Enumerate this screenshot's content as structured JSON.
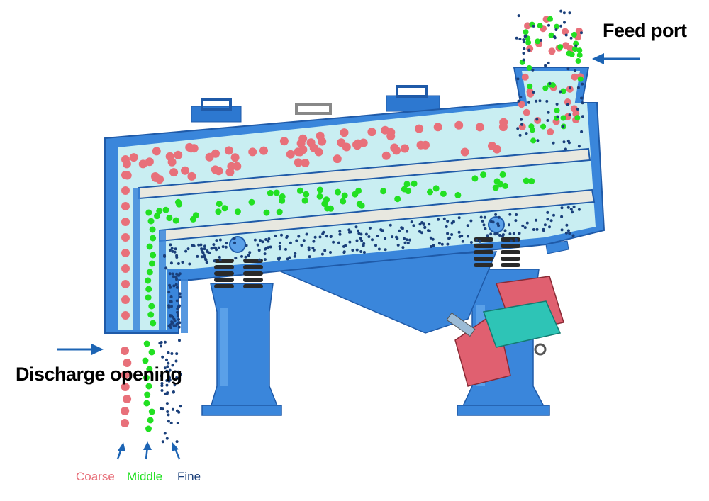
{
  "labels": {
    "feed_port": "Feed port",
    "discharge_opening": "Discharge opening",
    "coarse": "Coarse",
    "middle": "Middle",
    "fine": "Fine"
  },
  "colors": {
    "machine_blue": "#3a86db",
    "machine_dark": "#1f5aa8",
    "inner_fill": "#c9eef2",
    "coarse": "#e8707a",
    "middle": "#22e022",
    "fine": "#1a3f7a",
    "arrow": "#1c64b4",
    "spring": "#2a2a2a",
    "motor_red": "#e06070",
    "motor_teal": "#2ec4b6"
  },
  "icons": {
    "feed_arrow": "arrow-left-icon",
    "discharge_arrow": "arrow-right-icon",
    "grade_arrow": "arrow-up-icon"
  }
}
